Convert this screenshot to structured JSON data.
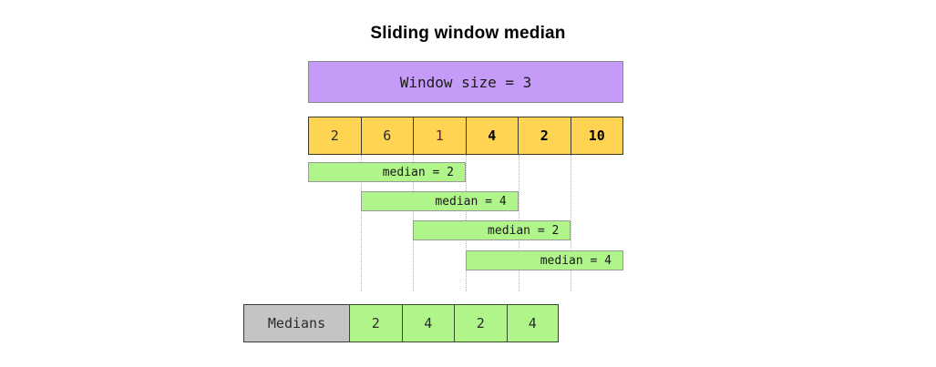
{
  "title": "Sliding window median",
  "window_banner": {
    "label": "Window size = 3"
  },
  "input_array": {
    "cells": [
      {
        "value": "2",
        "style": "plain"
      },
      {
        "value": "6",
        "style": "plain"
      },
      {
        "value": "1",
        "style": "tinted"
      },
      {
        "value": "4",
        "style": "emph"
      },
      {
        "value": "2",
        "style": "emph"
      },
      {
        "value": "10",
        "style": "emph"
      }
    ]
  },
  "windows": [
    {
      "label": "median = 2",
      "start_index": 0,
      "span": 3
    },
    {
      "label": "median = 4",
      "start_index": 1,
      "span": 3
    },
    {
      "label": "median = 2",
      "start_index": 2,
      "span": 3
    },
    {
      "label": "median = 4",
      "start_index": 3,
      "span": 3
    }
  ],
  "medians_summary": {
    "label": "Medians",
    "values": [
      "2",
      "4",
      "2",
      "4"
    ]
  },
  "colors": {
    "banner_fill": "#c49cf7",
    "array_fill": "#ffd452",
    "window_fill": "#b0f58a",
    "medians_label_fill": "#c4c4c4",
    "guide_line": "#b4b4b4",
    "text": "#1a1a1a",
    "background": "#ffffff"
  },
  "chart_data": {
    "type": "table",
    "title": "Sliding window median",
    "window_size": 3,
    "input_array": [
      2,
      6,
      1,
      4,
      2,
      10
    ],
    "windows": [
      {
        "values": [
          2,
          6,
          1
        ],
        "median": 2
      },
      {
        "values": [
          6,
          1,
          4
        ],
        "median": 4
      },
      {
        "values": [
          1,
          4,
          2
        ],
        "median": 2
      },
      {
        "values": [
          4,
          2,
          10
        ],
        "median": 4
      }
    ],
    "medians": [
      2,
      4,
      2,
      4
    ],
    "xlabel": "",
    "ylabel": "",
    "grid": false,
    "legend": "none"
  }
}
